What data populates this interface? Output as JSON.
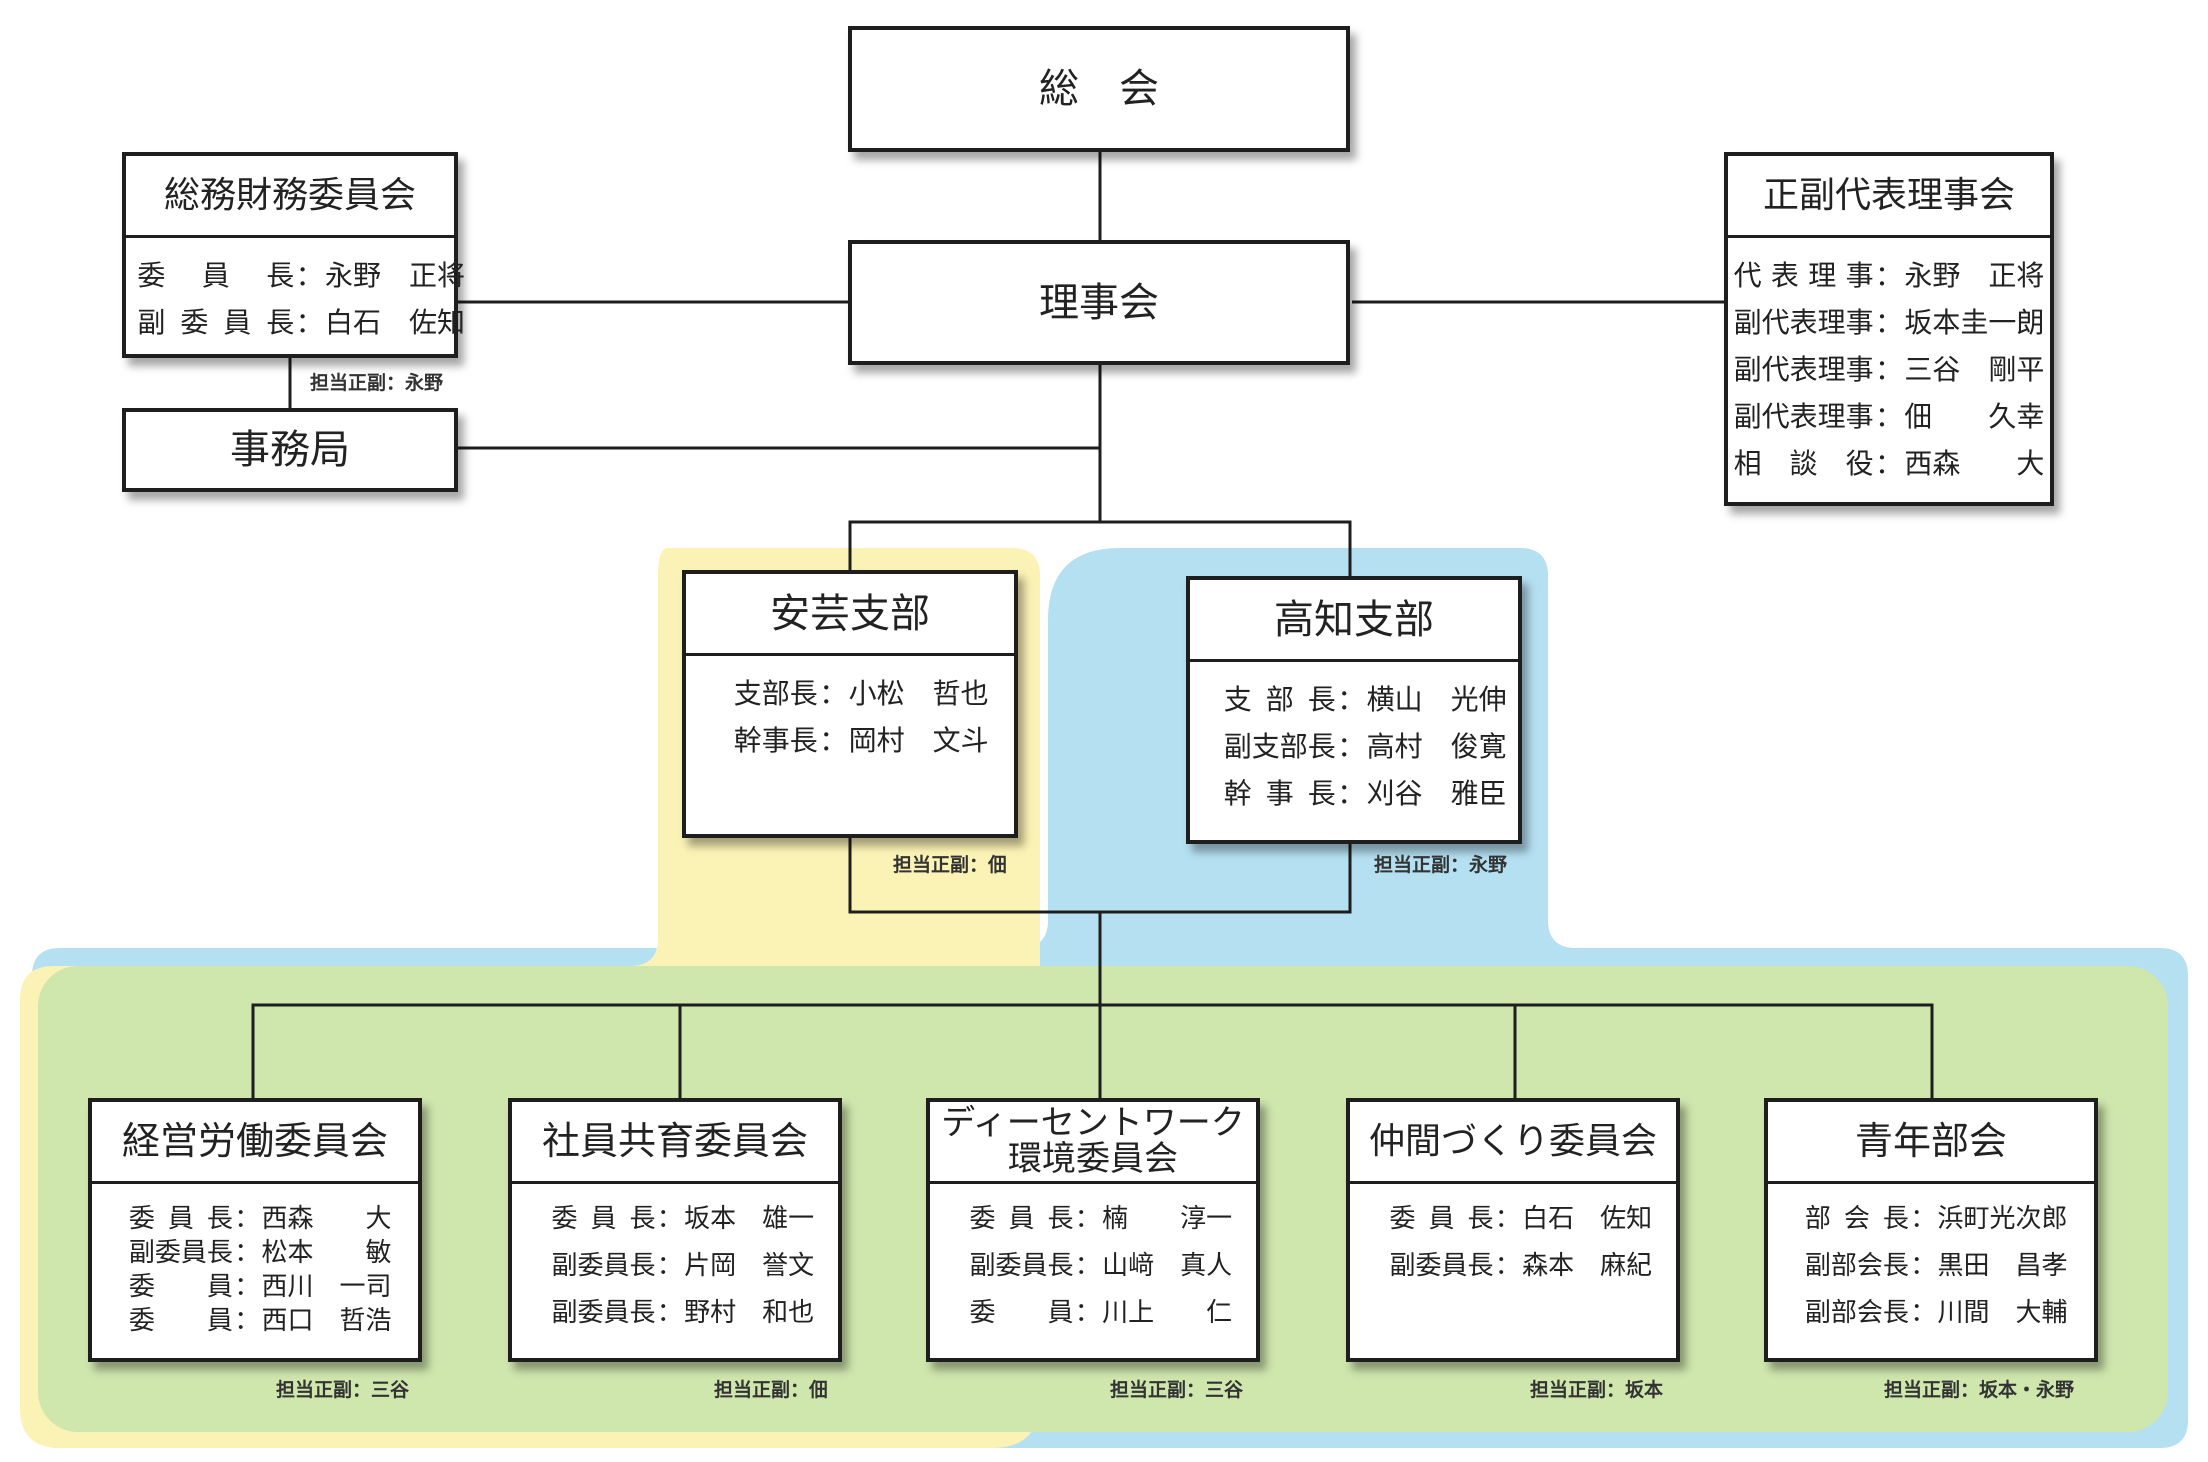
{
  "colors": {
    "yellow_region": "#fbf2b5",
    "blue_region": "#b5e0f2",
    "green_region": "#cfe6ad",
    "line": "#1e1e1e"
  },
  "top": {
    "general_assembly": "総　会",
    "board": "理事会"
  },
  "soumu": {
    "title": "総務財務委員会",
    "members": [
      {
        "role": "委員長",
        "sep": "：",
        "name": "永野　正将"
      },
      {
        "role": "副委員長",
        "sep": "：",
        "name": "白石　佐知"
      }
    ],
    "responsible": "担当正副：永野"
  },
  "jimukyoku": {
    "title": "事務局"
  },
  "directors": {
    "title": "正副代表理事会",
    "members": [
      {
        "role": "代表理事",
        "sep": "：",
        "name": "永野　正将"
      },
      {
        "role": "副代表理事",
        "sep": "：",
        "name": "坂本圭一朗"
      },
      {
        "role": "副代表理事",
        "sep": "：",
        "name": "三谷　剛平"
      },
      {
        "role": "副代表理事",
        "sep": "：",
        "name": "佃　　久幸"
      },
      {
        "role": "相 談 役",
        "sep": "：",
        "name": "西森　　大"
      }
    ]
  },
  "branches": [
    {
      "title": "安芸支部",
      "members": [
        {
          "role": "支部長",
          "sep": "：",
          "name": "小松　哲也"
        },
        {
          "role": "幹事長",
          "sep": "：",
          "name": "岡村　文斗"
        }
      ],
      "responsible": "担当正副：佃"
    },
    {
      "title": "高知支部",
      "members": [
        {
          "role": "支部長",
          "sep": "：",
          "name": "横山　光伸"
        },
        {
          "role": "副支部長",
          "sep": "：",
          "name": "高村　俊寛"
        },
        {
          "role": "幹事長",
          "sep": "：",
          "name": "刈谷　雅臣"
        }
      ],
      "responsible": "担当正副：永野"
    }
  ],
  "committees": [
    {
      "title": "経営労働委員会",
      "members": [
        {
          "role": "委員長",
          "sep": "：",
          "name": "西森　　大"
        },
        {
          "role": "副委員長",
          "sep": "：",
          "name": "松本　　敏"
        },
        {
          "role": "委　員",
          "sep": "：",
          "name": "西川　一司"
        },
        {
          "role": "委　員",
          "sep": "：",
          "name": "西口　哲浩"
        }
      ],
      "responsible": "担当正副：三谷"
    },
    {
      "title": "社員共育委員会",
      "members": [
        {
          "role": "委員長",
          "sep": "：",
          "name": "坂本　雄一"
        },
        {
          "role": "副委員長",
          "sep": "：",
          "name": "片岡　誉文"
        },
        {
          "role": "副委員長",
          "sep": "：",
          "name": "野村　和也"
        }
      ],
      "responsible": "担当正副：佃"
    },
    {
      "title_line1": "ディーセントワーク",
      "title_line2": "環境委員会",
      "members": [
        {
          "role": "委員長",
          "sep": "：",
          "name": "楠　　淳一"
        },
        {
          "role": "副委員長",
          "sep": "：",
          "name": "山﨑　真人"
        },
        {
          "role": "委　員",
          "sep": "：",
          "name": "川上　　仁"
        }
      ],
      "responsible": "担当正副：三谷"
    },
    {
      "title": "仲間づくり委員会",
      "members": [
        {
          "role": "委員長",
          "sep": "：",
          "name": "白石　佐知"
        },
        {
          "role": "副委員長",
          "sep": "：",
          "name": "森本　麻紀"
        }
      ],
      "responsible": "担当正副：坂本"
    },
    {
      "title": "青年部会",
      "members": [
        {
          "role": "部会長",
          "sep": "：",
          "name": "浜町光次郎"
        },
        {
          "role": "副部会長",
          "sep": "：",
          "name": "黒田　昌孝"
        },
        {
          "role": "副部会長",
          "sep": "：",
          "name": "川間　大輔"
        }
      ],
      "responsible": "担当正副：坂本・永野"
    }
  ]
}
